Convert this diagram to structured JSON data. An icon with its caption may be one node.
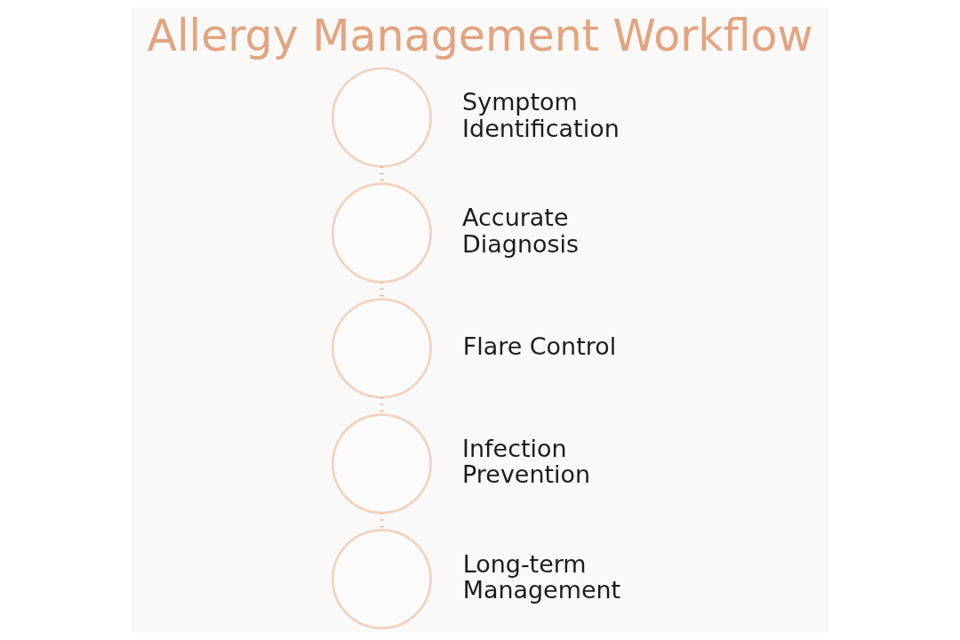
{
  "diagram": {
    "title": "Allergy Management Workflow",
    "nodes": [
      {
        "text": [],
        "shape": "circle",
        "beside": [
          "Symptom Identification"
        ]
      },
      {
        "text": [],
        "shape": "circle",
        "beside": [
          "Accurate Diagnosis"
        ]
      },
      {
        "text": [],
        "shape": "circle",
        "beside": [
          "Flare Control"
        ]
      },
      {
        "text": [],
        "shape": "circle",
        "beside": [
          "Infection Prevention"
        ]
      },
      {
        "text": [],
        "shape": "circle",
        "beside": [
          "Long-term Management"
        ]
      }
    ],
    "edges": [
      {
        "from": 0,
        "to": 1,
        "arrow": "none"
      },
      {
        "from": 1,
        "to": 2,
        "arrow": "none"
      },
      {
        "from": 2,
        "to": 3,
        "arrow": "none"
      },
      {
        "from": 3,
        "to": 4,
        "arrow": "none"
      }
    ]
  }
}
